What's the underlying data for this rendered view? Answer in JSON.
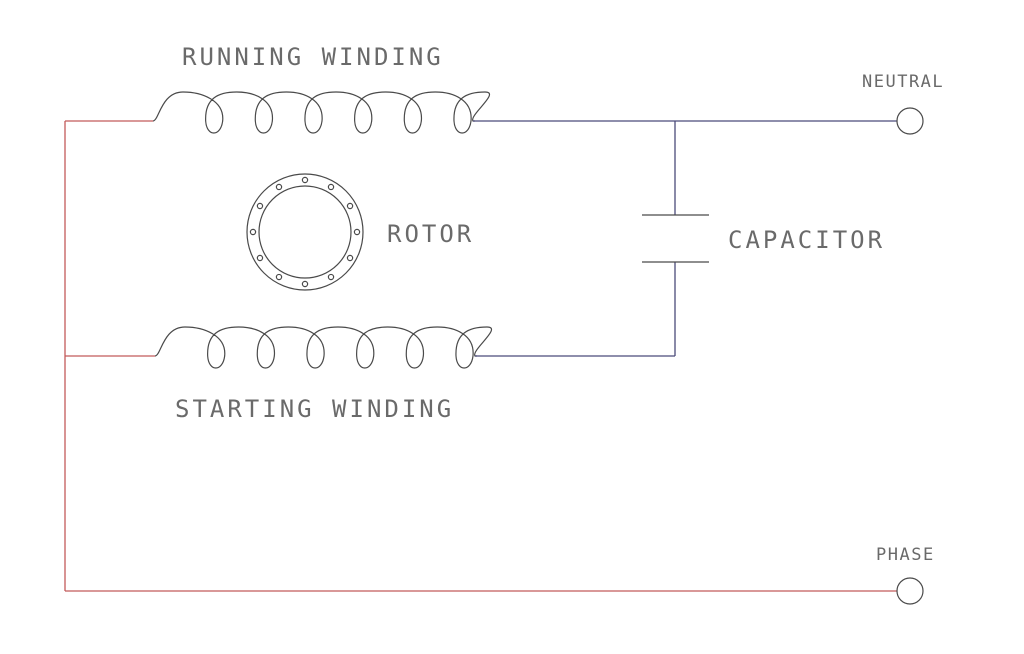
{
  "title": "Single-phase capacitor-start motor wiring diagram",
  "labels": {
    "running_winding": "RUNNING WINDING",
    "starting_winding": "STARTING WINDING",
    "rotor": "ROTOR",
    "capacitor": "CAPACITOR",
    "neutral": "NEUTRAL",
    "phase": "PHASE"
  },
  "components": {
    "running_winding": {
      "turns": 6
    },
    "starting_winding": {
      "turns": 6
    },
    "rotor": {
      "slot_count": 12
    }
  },
  "colors": {
    "phase_wire": "#c25a5a",
    "neutral_wire": "#4a4a7a",
    "component_ink": "#4a4a4a",
    "text": "#6a6a6a"
  }
}
